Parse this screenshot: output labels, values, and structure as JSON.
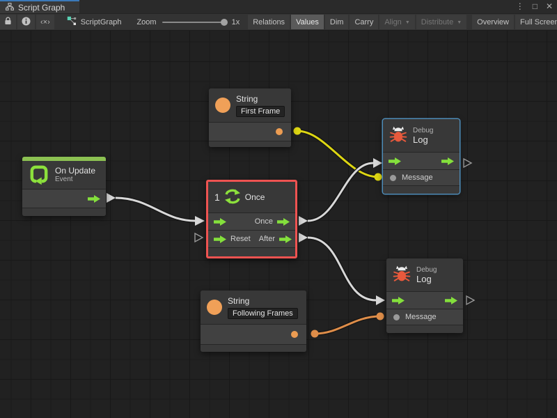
{
  "window": {
    "tab_title": "Script Graph",
    "menu_glyph": "⋮",
    "maximize_glyph": "□",
    "close_glyph": "✕"
  },
  "toolbar": {
    "lock_icon": "lock-icon",
    "info_icon": "info-icon",
    "code_glyph": "‹×›",
    "graph_icon": "script-graph-icon",
    "graph_name": "ScriptGraph",
    "zoom_label": "Zoom",
    "zoom_value": "1x",
    "dropdown_glyph": "▼",
    "buttons": {
      "relations": "Relations",
      "values": "Values",
      "dim": "Dim",
      "carry": "Carry",
      "align": "Align",
      "distribute": "Distribute",
      "overview": "Overview",
      "fullscreen": "Full Screen"
    },
    "active_button": "Values",
    "disabled_buttons": [
      "Align",
      "Distribute"
    ]
  },
  "graph": {
    "string_first": {
      "title": "String",
      "value": "First Frame"
    },
    "debug_top": {
      "subtitle": "Debug",
      "title": "Log",
      "message_label": "Message",
      "selected": true
    },
    "on_update": {
      "title": "On Update",
      "subtitle": "Event"
    },
    "once": {
      "badge": "1",
      "title": "Once",
      "out_once_label": "Once",
      "reset_label": "Reset",
      "after_label": "After",
      "selected": true
    },
    "string_following": {
      "title": "String",
      "value": "Following Frames"
    },
    "debug_bottom": {
      "subtitle": "Debug",
      "title": "Log",
      "message_label": "Message"
    },
    "connections": [
      {
        "from": "on-update.out",
        "to": "once.in",
        "type": "flow"
      },
      {
        "from": "string-first.out",
        "to": "debug-top.message",
        "type": "value-string"
      },
      {
        "from": "once.out-once",
        "to": "debug-top.in",
        "type": "flow"
      },
      {
        "from": "once.out-after",
        "to": "debug-bottom.in",
        "type": "flow"
      },
      {
        "from": "string-following.out",
        "to": "debug-bottom.message",
        "type": "value-string"
      }
    ],
    "colors": {
      "selection_red": "#ee5351",
      "selection_blue": "#4e8cb8",
      "flow_green": "#84e03c",
      "value_orange": "#ec9c52",
      "event_green": "#8cc152",
      "bug_red": "#e8593c",
      "wire_white": "#d8d8d8",
      "wire_yellow": "#ddd613",
      "wire_orange": "#de8d49",
      "accent_blue": "#3b79b8"
    }
  }
}
